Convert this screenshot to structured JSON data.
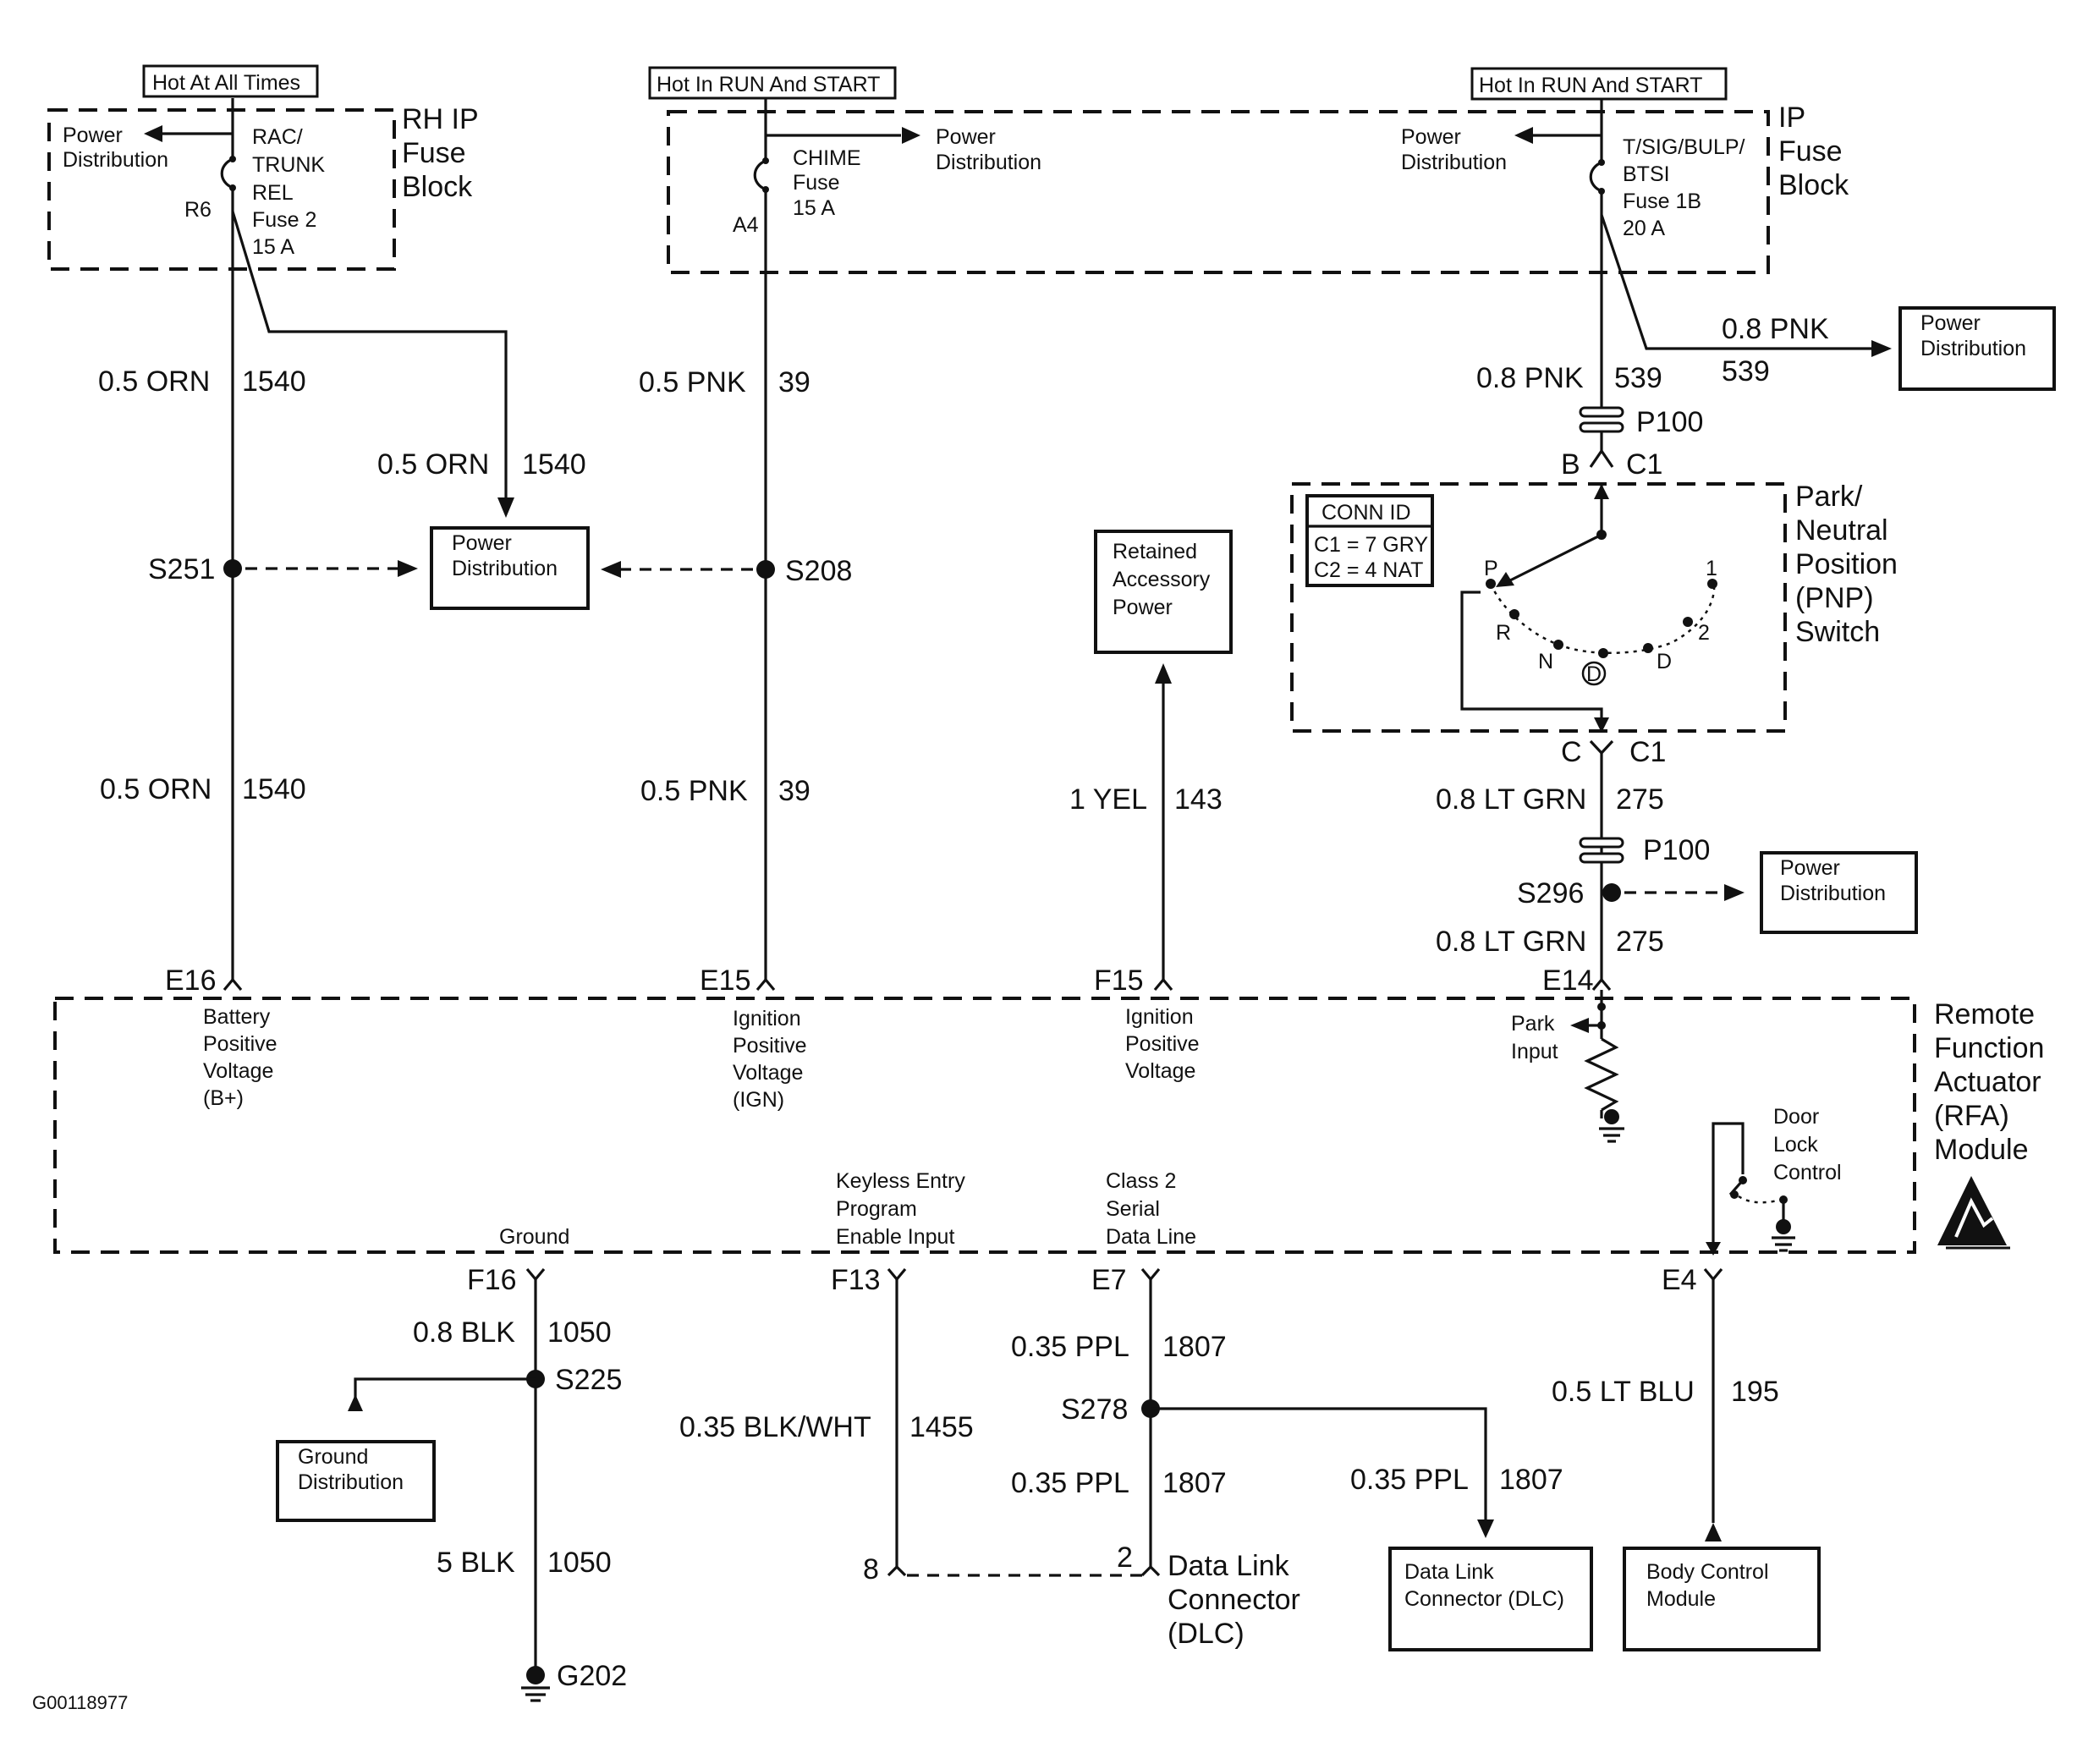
{
  "header_tags": {
    "rh_hot": "Hot At All Times",
    "center_hot": "Hot In RUN And START",
    "right_hot": "Hot In RUN And START"
  },
  "fuse_blocks": {
    "rh": {
      "title": [
        "RH IP",
        "Fuse",
        "Block"
      ],
      "power_dist": [
        "Power",
        "Distribution"
      ],
      "fuse": [
        "RAC/",
        "TRUNK",
        "REL",
        "Fuse 2",
        "15 A"
      ],
      "pin": "R6"
    },
    "center": {
      "power_dist": [
        "Power",
        "Distribution"
      ],
      "fuse": [
        "CHIME",
        "Fuse",
        "15 A"
      ],
      "pin": "A4"
    },
    "right": {
      "title": [
        "IP",
        "Fuse",
        "Block"
      ],
      "power_dist": [
        "Power",
        "Distribution"
      ],
      "fuse": [
        "T/SIG/BULP/",
        "BTSI",
        "Fuse 1B",
        "20 A"
      ]
    }
  },
  "wires": {
    "w1540_a": {
      "gauge": "0.5 ORN",
      "circuit": "1540"
    },
    "w1540_b": {
      "gauge": "0.5 ORN",
      "circuit": "1540"
    },
    "w1540_c": {
      "gauge": "0.5 ORN",
      "circuit": "1540"
    },
    "w39_a": {
      "gauge": "0.5 PNK",
      "circuit": "39"
    },
    "w39_b": {
      "gauge": "0.5 PNK",
      "circuit": "39"
    },
    "w143": {
      "gauge": "1 YEL",
      "circuit": "143"
    },
    "w539_a": {
      "gauge": "0.8 PNK",
      "circuit": "539"
    },
    "w539_b": {
      "gauge": "0.8 PNK",
      "circuit": "539"
    },
    "w275_a": {
      "gauge": "0.8 LT GRN",
      "circuit": "275"
    },
    "w275_b": {
      "gauge": "0.8 LT GRN",
      "circuit": "275"
    },
    "w1050_a": {
      "gauge": "0.8 BLK",
      "circuit": "1050"
    },
    "w1050_b": {
      "gauge": "5 BLK",
      "circuit": "1050"
    },
    "w1455": {
      "gauge": "0.35 BLK/WHT",
      "circuit": "1455"
    },
    "w1807_a": {
      "gauge": "0.35 PPL",
      "circuit": "1807"
    },
    "w1807_b": {
      "gauge": "0.35 PPL",
      "circuit": "1807"
    },
    "w1807_c": {
      "gauge": "0.35 PPL",
      "circuit": "1807"
    },
    "w195": {
      "gauge": "0.5 LT BLU",
      "circuit": "195"
    }
  },
  "splices": {
    "s251": "S251",
    "s208": "S208",
    "s296": "S296",
    "s225": "S225",
    "s278": "S278",
    "g202": "G202"
  },
  "boxes": {
    "pd_center": [
      "Power",
      "Distribution"
    ],
    "pd_right": [
      "Power",
      "Distribution"
    ],
    "pd_s296": [
      "Power",
      "Distribution"
    ],
    "retained": [
      "Retained",
      "Accessory",
      "Power"
    ],
    "ground_dist": [
      "Ground",
      "Distribution"
    ],
    "dlc_box": [
      "Data Link",
      "Connector (DLC)"
    ],
    "bcm": [
      "Body Control",
      "Module"
    ]
  },
  "pnp_switch": {
    "title": [
      "Park/",
      "Neutral",
      "Position",
      "(PNP)",
      "Switch"
    ],
    "conn_id_title": "CONN ID",
    "conn_id_lines": [
      "C1 = 7 GRY",
      "C2 = 4 NAT"
    ],
    "positions": [
      "P",
      "R",
      "N",
      "D",
      "D",
      "2",
      "1"
    ],
    "top_pins": {
      "pin": "B",
      "conn": "C1"
    },
    "bottom_pins": {
      "pin": "C",
      "conn": "C1"
    },
    "p100_top": "P100",
    "p100_bottom": "P100"
  },
  "rfa_module": {
    "title": [
      "Remote",
      "Function",
      "Actuator",
      "(RFA)",
      "Module"
    ],
    "pins_top": [
      "E16",
      "E15",
      "F15",
      "E14"
    ],
    "pins_bottom": [
      "F16",
      "F13",
      "E7",
      "E4"
    ],
    "labels": {
      "battery": [
        "Battery",
        "Positive",
        "Voltage",
        "(B+)"
      ],
      "ign": [
        "Ignition",
        "Positive",
        "Voltage",
        "(IGN)"
      ],
      "ign2": [
        "Ignition",
        "Positive",
        "Voltage"
      ],
      "park": [
        "Park",
        "Input"
      ],
      "door": [
        "Door",
        "Lock",
        "Control"
      ],
      "ground": "Ground",
      "keyless": [
        "Keyless Entry",
        "Program",
        "Enable Input"
      ],
      "class2": [
        "Class 2",
        "Serial",
        "Data Line"
      ]
    }
  },
  "dlc": {
    "title": [
      "Data Link",
      "Connector",
      "(DLC)"
    ],
    "pin8": "8",
    "pin2": "2"
  },
  "figure_id": "G00118977"
}
